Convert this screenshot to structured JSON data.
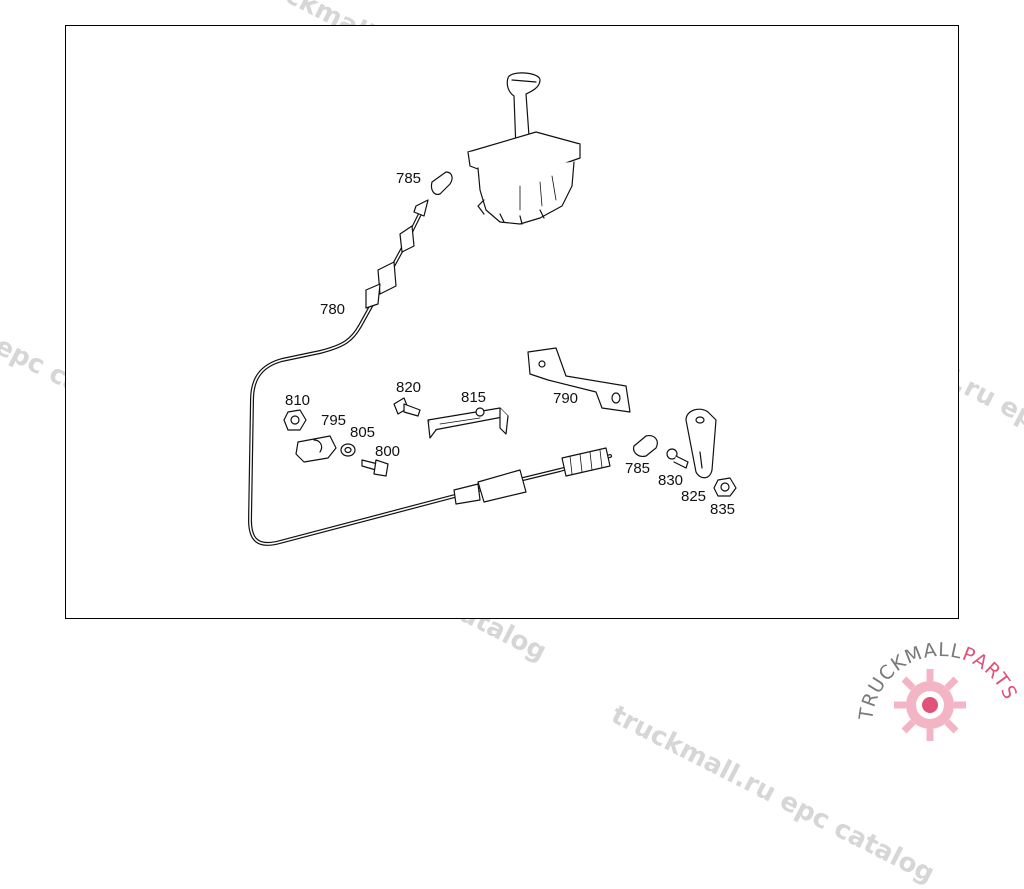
{
  "watermark": {
    "text": "truckmall.ru epc catalog",
    "color": "#d6d6d6"
  },
  "labels": {
    "p785a": "785",
    "p780": "780",
    "p810": "810",
    "p795": "795",
    "p805": "805",
    "p800": "800",
    "p820": "820",
    "p815": "815",
    "p790": "790",
    "p785b": "785",
    "p830": "830",
    "p825": "825",
    "p835": "835"
  },
  "logo": {
    "text_dark": "TRUCKMALL",
    "text_accent": "PARTS",
    "color_dark": "#7a7a7a",
    "color_accent": "#e0537a"
  }
}
